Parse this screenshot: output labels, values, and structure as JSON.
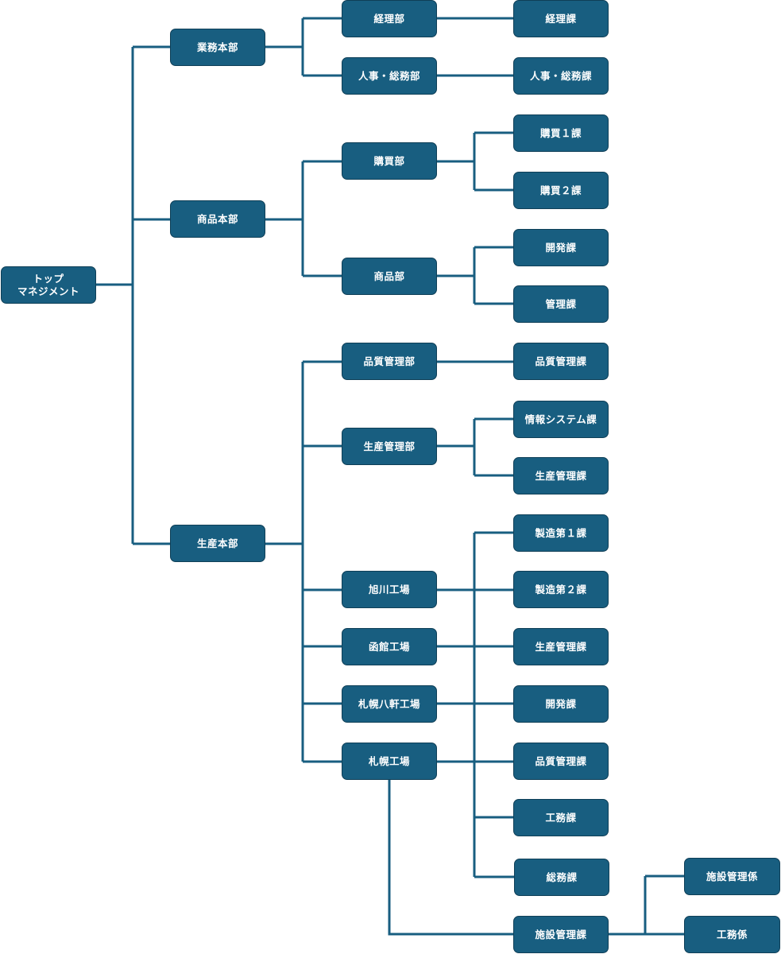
{
  "diagram": {
    "title": "組織図",
    "line_color": "#185e80",
    "box_color": "#185e80",
    "text_color": "#ffffff",
    "root": {
      "label": "トップ\nマネジメント",
      "children": [
        {
          "label": "業務本部",
          "children": [
            {
              "label": "経理部",
              "children": [
                {
                  "label": "経理課"
                }
              ]
            },
            {
              "label": "人事・総務部",
              "children": [
                {
                  "label": "人事・総務課"
                }
              ]
            }
          ]
        },
        {
          "label": "商品本部",
          "children": [
            {
              "label": "購買部",
              "children": [
                {
                  "label": "購買１課"
                },
                {
                  "label": "購買２課"
                }
              ]
            },
            {
              "label": "商品部",
              "children": [
                {
                  "label": "開発課"
                },
                {
                  "label": "管理課"
                }
              ]
            }
          ]
        },
        {
          "label": "生産本部",
          "children": [
            {
              "label": "品質管理部",
              "children": [
                {
                  "label": "品質管理課"
                }
              ]
            },
            {
              "label": "生産管理部",
              "children": [
                {
                  "label": "情報システム課"
                },
                {
                  "label": "生産管理課"
                }
              ]
            },
            {
              "label": "旭川工場"
            },
            {
              "label": "函館工場"
            },
            {
              "label": "札幌八軒工場"
            },
            {
              "label": "札幌工場"
            }
          ]
        }
      ]
    },
    "factory_sections": {
      "shared_by": [
        "旭川工場",
        "函館工場",
        "札幌八軒工場",
        "札幌工場"
      ],
      "items": [
        {
          "label": "製造第１課"
        },
        {
          "label": "製造第２課"
        },
        {
          "label": "生産管理課"
        },
        {
          "label": "開発課"
        },
        {
          "label": "品質管理課"
        },
        {
          "label": "工務課"
        },
        {
          "label": "総務課"
        }
      ]
    },
    "sapporo_facility": {
      "label": "施設管理課",
      "children": [
        {
          "label": "施設管理係"
        },
        {
          "label": "工務係"
        }
      ]
    }
  }
}
